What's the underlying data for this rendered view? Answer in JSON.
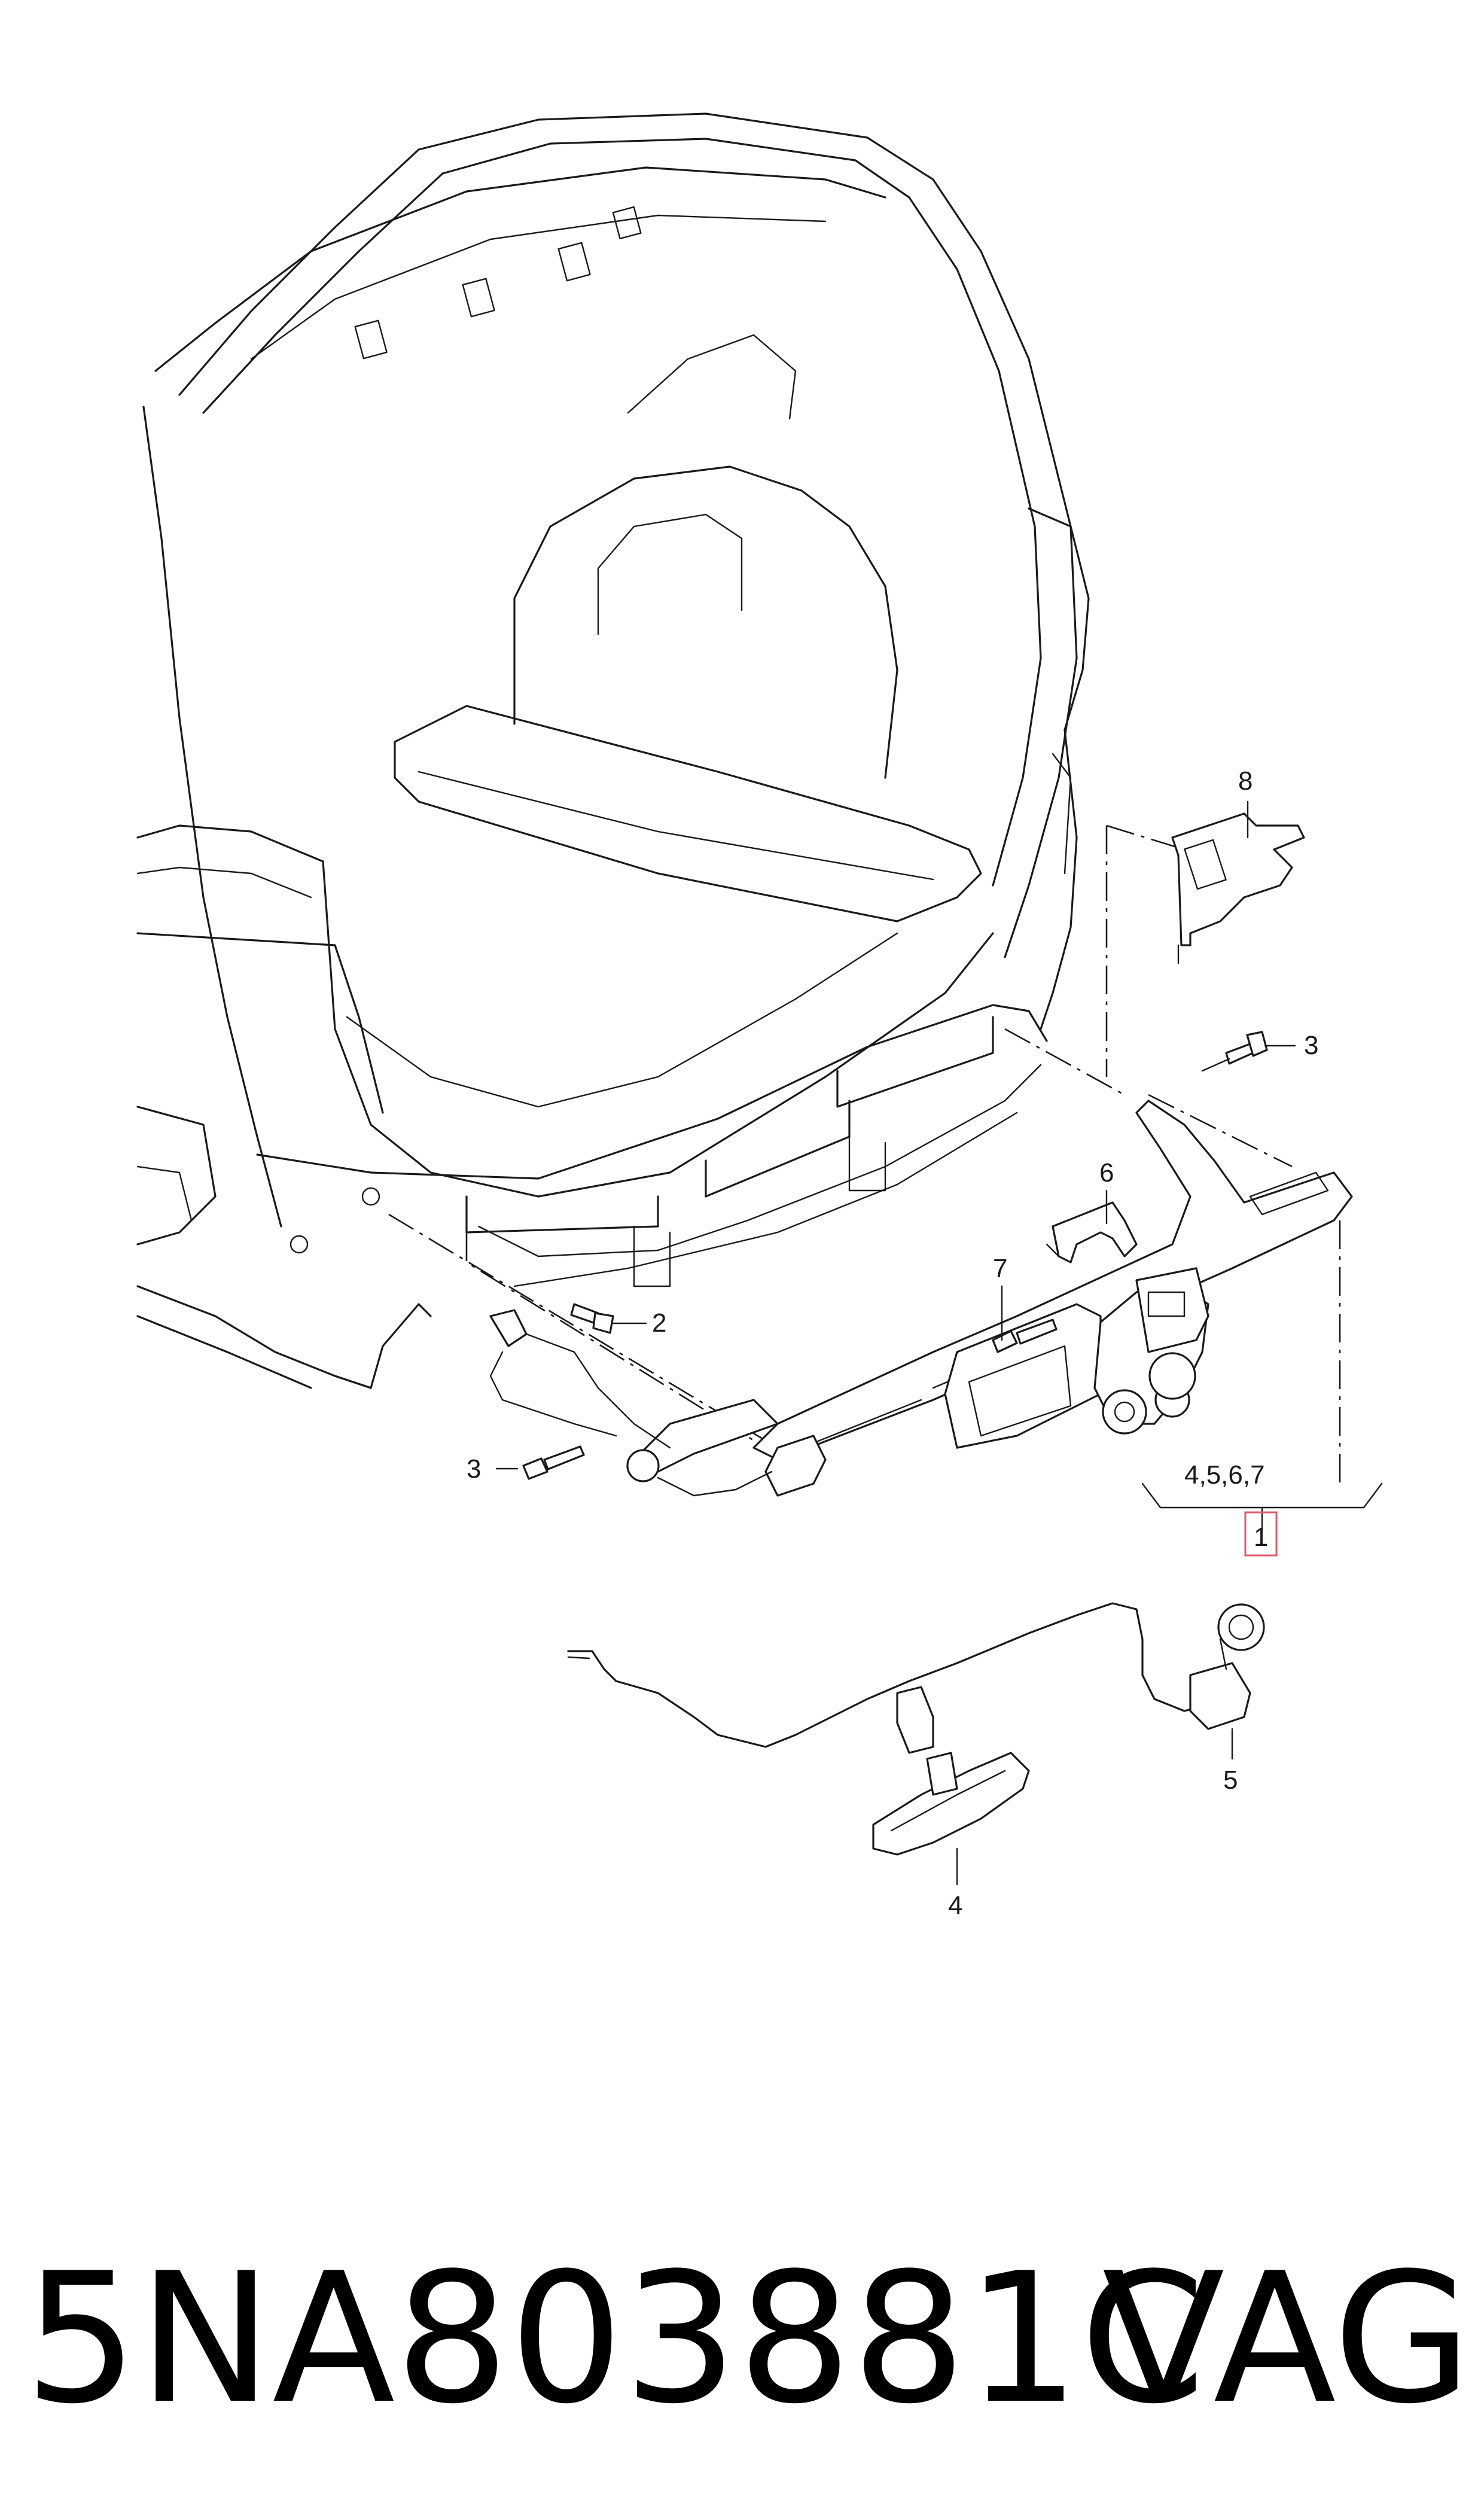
{
  "callouts": {
    "c1": "1",
    "c2": "2",
    "c3a": "3",
    "c3b": "3",
    "c4": "4",
    "c5": "5",
    "c6": "6",
    "c7": "7",
    "c8": "8",
    "c_group": "4,5,6,7"
  },
  "footer": {
    "part_number": "5NA803881C",
    "brand": "VAG"
  },
  "colors": {
    "line": "#1a1a1a",
    "highlight": "#e05a6a",
    "background": "#ffffff"
  }
}
